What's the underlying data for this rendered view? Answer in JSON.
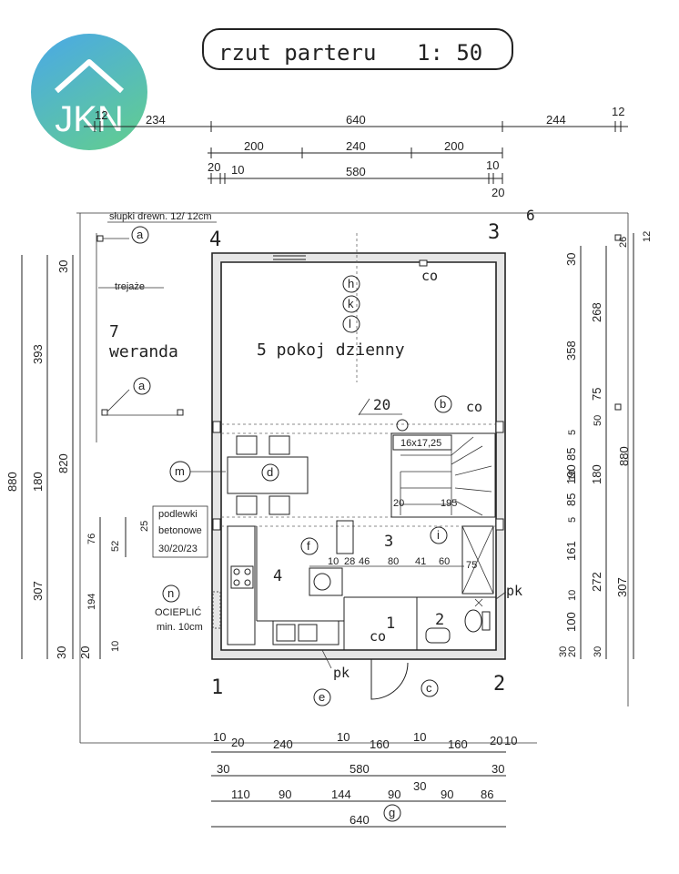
{
  "title": {
    "main": "rzut parteru",
    "scale": "1: 50"
  },
  "logo": {
    "text": "JKN"
  },
  "rooms": [
    {
      "number": "1",
      "name": "co"
    },
    {
      "number": "2",
      "name": ""
    },
    {
      "number": "3",
      "name": ""
    },
    {
      "number": "4",
      "name": ""
    },
    {
      "number": "5",
      "name": "5 pokoj dzienny"
    },
    {
      "number": "7",
      "name": "weranda"
    }
  ],
  "labels": {
    "posts": "słupki drewn. 12/ 12cm",
    "trellis": "trejaże",
    "co_top": "co",
    "co_right": "co",
    "pk_right": "pk",
    "pk_bottom": "pk",
    "chimney": "20",
    "stair_spec": "16x17,25",
    "stair_a": "20",
    "stair_b": "195",
    "support": [
      "podlewki",
      "betonowe",
      "30/20/23"
    ],
    "insulation": [
      "OCIEPLIĆ",
      "min. 10cm"
    ],
    "corners": [
      "4",
      "3",
      "1",
      "2"
    ],
    "corner_6": "6"
  },
  "markers": [
    "a",
    "a",
    "b",
    "c",
    "d",
    "e",
    "f",
    "g",
    "h",
    "k",
    "l",
    "m",
    "n",
    "i"
  ],
  "dimensions": {
    "top_row1": [
      "12",
      "234",
      "640",
      "244",
      "12"
    ],
    "top_row2": [
      "200",
      "240",
      "200"
    ],
    "top_row3": [
      "20",
      "10",
      "580",
      "10",
      "20"
    ],
    "bottom_row1": [
      "10",
      "20",
      "240",
      "10",
      "160",
      "10",
      "160",
      "20",
      "10"
    ],
    "bottom_row2": [
      "30",
      "580",
      "30"
    ],
    "bottom_row3": [
      "110",
      "90",
      "144",
      "90",
      "30",
      "90",
      "86"
    ],
    "bottom_row4": [
      "640"
    ],
    "left_outer": [
      "880"
    ],
    "left_mid": [
      "393",
      "180",
      "307"
    ],
    "left_inner": [
      "30",
      "820",
      "20",
      "30"
    ],
    "left_small": [
      "76",
      "52",
      "25",
      "194",
      "10"
    ],
    "right_inner": [
      "30",
      "358",
      "5",
      "85",
      "10",
      "5",
      "85",
      "161",
      "10",
      "100",
      "20",
      "30"
    ],
    "right_mid": [
      "268",
      "75",
      "50",
      "190",
      "180",
      "272",
      "30"
    ],
    "right_outer": [
      "880",
      "26",
      "12",
      "307"
    ],
    "interior": [
      "10",
      "28",
      "46",
      "80",
      "41",
      "60",
      "75"
    ]
  }
}
